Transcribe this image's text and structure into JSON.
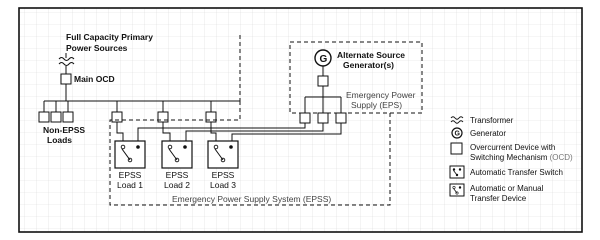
{
  "diagram": {
    "full_capacity": [
      "Full Capacity Primary",
      "Power Sources"
    ],
    "main_ocd": "Main OCD",
    "non_epss": [
      "Non-EPSS",
      "Loads"
    ],
    "alternate_source": [
      "Alternate Source",
      "Generator(s)"
    ],
    "generator_symbol": "G",
    "eps": [
      "Emergency Power",
      "Supply (EPS)"
    ],
    "epss": "Emergency Power Supply System (EPSS)",
    "loads": [
      {
        "line1": "EPSS",
        "line2": "Load 1"
      },
      {
        "line1": "EPSS",
        "line2": "Load 2"
      },
      {
        "line1": "EPSS",
        "line2": "Load 3"
      }
    ]
  },
  "legend": {
    "transformer": "Transformer",
    "generator": "Generator",
    "generator_symbol": "G",
    "ocd_line1": "Overcurrent Device with",
    "ocd_line2": "Switching Mechanism",
    "ocd_abbr": "(OCD)",
    "ats": "Automatic Transfer Switch",
    "manual_line1": "Automatic or Manual",
    "manual_line2": "Transfer Device"
  }
}
